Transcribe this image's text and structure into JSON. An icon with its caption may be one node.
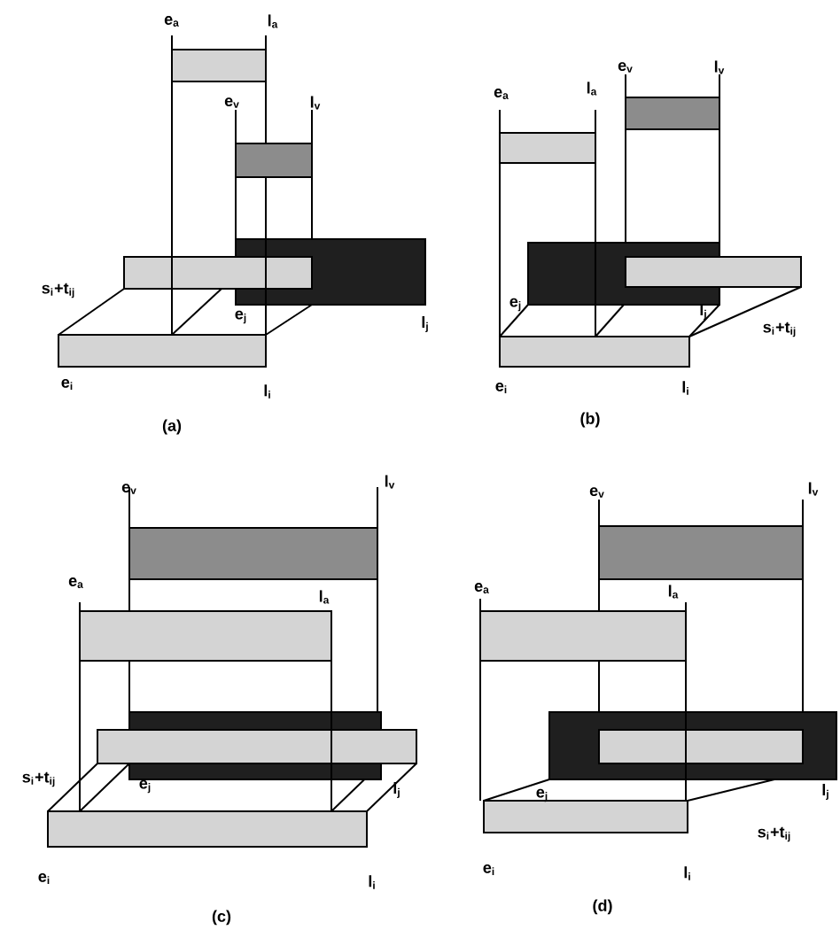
{
  "diagram": {
    "labels": [
      "e$_{a}$",
      "l$_{a}$",
      "e$_{v}$",
      "l$_{v}$",
      "s$_{i}$+t$_{ij}$",
      "e$_{j}$",
      "l$_{j}$",
      "e$_{i}$",
      "l$_{i}$",
      "(a)",
      "e$_{a}$",
      "l$_{a}$",
      "e$_{v}$",
      "l$_{v}$",
      "e$_{j}$",
      "l$_{j}$",
      "s$_{i}$+t$_{ij}$",
      "e$_{i}$",
      "l$_{i}$",
      "(b)",
      "e$_{v}$",
      "l$_{v}$",
      "e$_{a}$",
      "l$_{a}$",
      "s$_{i}$+t$_{ij}$",
      "e$_{j}$",
      "l$_{j}$",
      "e$_{i}$",
      "l$_{i}$",
      "(c)",
      "e$_{v}$",
      "l$_{v}$",
      "e$_{a}$",
      "l$_{a}$",
      "e$_{j}$",
      "l$_{j}$",
      "s$_{i}$+t$_{ij}$",
      "e$_{i}$",
      "l$_{i}$",
      "(d)"
    ]
  }
}
